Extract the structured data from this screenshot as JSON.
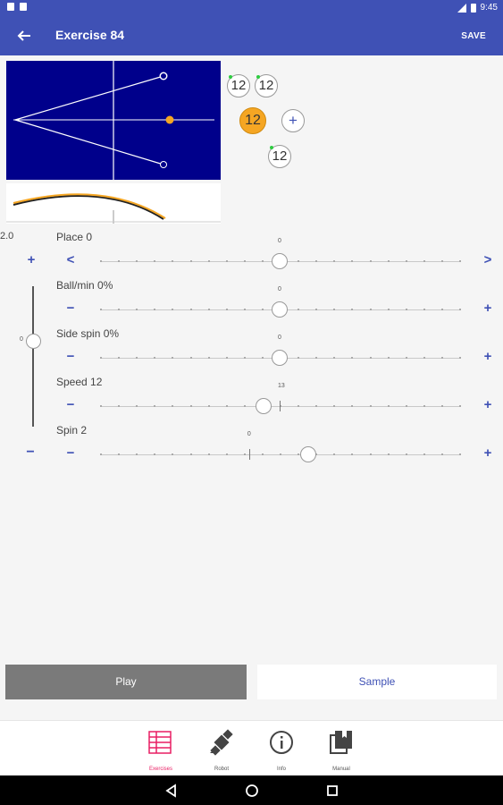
{
  "status_bar": {
    "time": "9:45"
  },
  "app_bar": {
    "title": "Exercise 84",
    "save_label": "SAVE",
    "back_icon": "arrow-left-icon"
  },
  "balls": {
    "chips": [
      "12",
      "12",
      "12",
      "12"
    ],
    "active_index": 2,
    "add_label": "+"
  },
  "vertical_slider": {
    "top_label": "2.0",
    "tick_label": "0",
    "plus": "+",
    "minus": "−"
  },
  "sliders": [
    {
      "label": "Place 0",
      "tick": "0",
      "left": "<",
      "right": ">",
      "value": 0.5
    },
    {
      "label": "Ball/min 0%",
      "tick": "0",
      "left": "−",
      "right": "+",
      "value": 0.5
    },
    {
      "label": "Side spin 0%",
      "tick": "0",
      "left": "−",
      "right": "+",
      "value": 0.5
    },
    {
      "label": "Speed 12",
      "tick": "13",
      "left": "−",
      "right": "+",
      "value": 0.455
    },
    {
      "label": "Spin 2",
      "tick": "0",
      "left": "−",
      "right": "+",
      "value": 0.58
    }
  ],
  "actions": {
    "play": "Play",
    "sample": "Sample"
  },
  "bottom_nav": [
    {
      "label": "Exercises",
      "icon": "list-icon",
      "active": true
    },
    {
      "label": "Robot",
      "icon": "robot-icon",
      "active": false
    },
    {
      "label": "Info",
      "icon": "info-icon",
      "active": false
    },
    {
      "label": "Manual",
      "icon": "book-icon",
      "active": false
    }
  ],
  "colors": {
    "primary": "#3f51b5",
    "court": "#00008b",
    "ball": "#f5a623",
    "accent": "#e91e63"
  }
}
